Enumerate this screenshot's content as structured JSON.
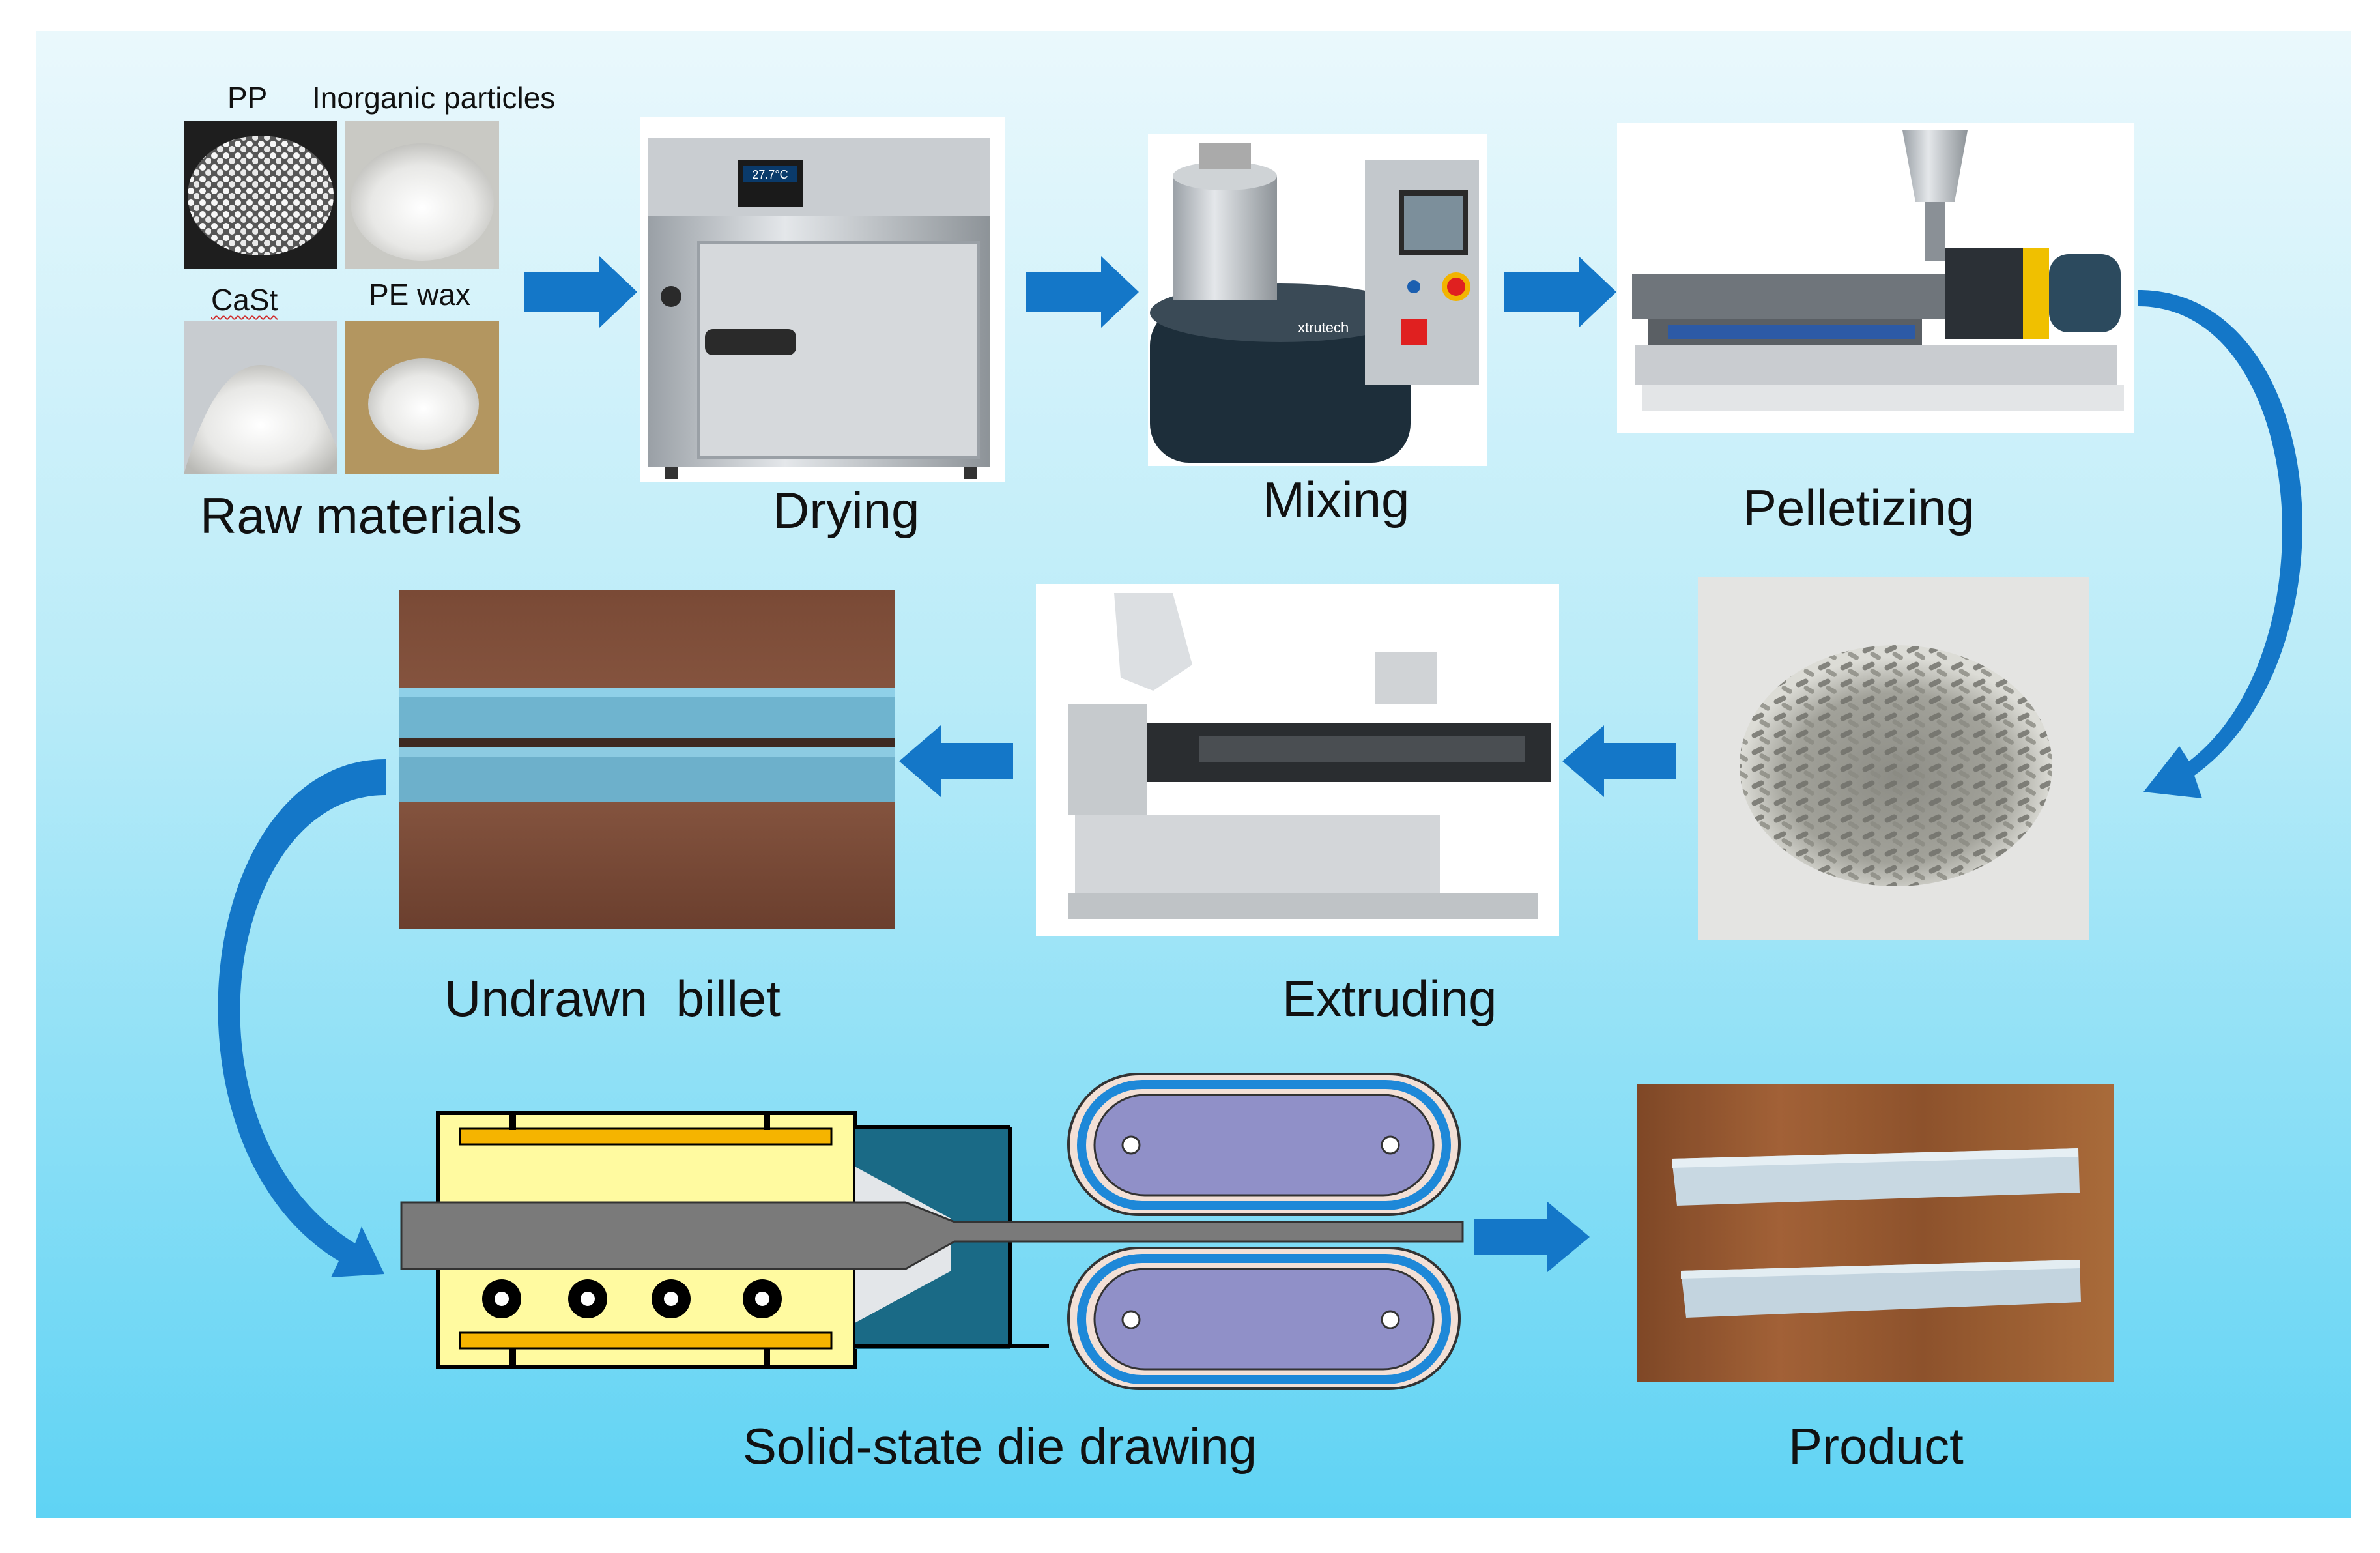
{
  "labels": {
    "raw_materials": "Raw materials",
    "drying": "Drying",
    "mixing": "Mixing",
    "pelletizing": "Pelletizing",
    "undrawn_billet": "Undrawn  billet",
    "extruding": "Extruding",
    "die_drawing": "Solid-state die drawing",
    "product": "Product"
  },
  "raw_material_items": {
    "pp": "PP",
    "inorganic": "Inorganic  particles",
    "cast": "CaSt",
    "pe_wax": "PE wax"
  },
  "machine_texts": {
    "oven_display": "27.7°C",
    "mixer_brand": "xtrutech"
  },
  "colors": {
    "background_top": "#e6f6fb",
    "background_bottom": "#5fd3f4",
    "arrow": "#1477c8",
    "heater_fill": "#fffaa0",
    "heater_bar": "#f5b400",
    "belt_fill": "#9090c8",
    "die_teal": "#1a6a86",
    "billet_grey": "#7a7a7a"
  }
}
